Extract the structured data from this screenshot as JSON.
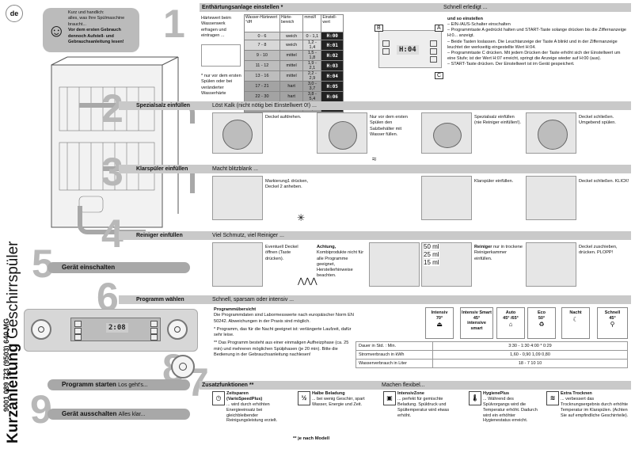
{
  "lang_badge": "de",
  "title": {
    "bold": "Kurzanleitung",
    "regular": "Geschirrspüler"
  },
  "part_number": "9001 089 723 (9503) 640 MG",
  "intro": {
    "line1": "Kurz und handlich:",
    "line2": "alles, was Ihre Spülmaschine braucht...",
    "bold": "Vor dem ersten Gebrauch dennoch Aufstell- und Gebrauchsanleitung lesen!"
  },
  "steps": {
    "s1": {
      "num": "1",
      "title": "Enthärtungsanlage einstellen *",
      "right": "Schnell erledigt ..."
    },
    "s2": {
      "num": "2",
      "title": "Spezialsalz einfüllen",
      "sub": "Löst Kalk (nicht nötig bei Einstellwert 0!) ..."
    },
    "s3": {
      "num": "3",
      "title": "Klarspüler einfüllen",
      "sub": "Macht blitzblank ..."
    },
    "s4": {
      "num": "4",
      "title": "Reiniger einfüllen",
      "sub": "Viel Schmutz, viel Reiniger ..."
    },
    "s5": {
      "num": "5",
      "title": "Gerät einschalten"
    },
    "s6": {
      "num": "6",
      "title": "Programm wählen",
      "sub": "Schnell, sparsam oder intensiv ..."
    },
    "s7": {
      "num": "7"
    },
    "s8": {
      "num": "8",
      "title": "Programm starten",
      "small": "Los geht's..."
    },
    "s9": {
      "num": "9",
      "title": "Gerät ausschalten",
      "small": "Alles klar..."
    },
    "zf": {
      "title": "Zusatzfunktionen **",
      "right": "Machen flexibel..."
    }
  },
  "hardness": {
    "intro": "Härtewert beim Wasserwerk erfragen und eintragen ...",
    "note": "* nur vor dem ersten Spülen oder bei veränderter Wasserhärte",
    "headers": [
      "Wasser-Härtewert °dH",
      "Härte-bereich",
      "mmol/l",
      "Einstell-wert"
    ],
    "rows": [
      [
        "0 - 6",
        "weich",
        "0 - 1,1",
        "H:00"
      ],
      [
        "7 - 8",
        "weich",
        "1,2 - 1,4",
        "H:01"
      ],
      [
        "9 - 10",
        "mittel",
        "1,5 - 1,8",
        "H:02"
      ],
      [
        "11 - 12",
        "mittel",
        "1,9 - 2,1",
        "H:03"
      ],
      [
        "13 - 16",
        "mittel",
        "2,2 - 2,9",
        "H:04"
      ],
      [
        "17 - 21",
        "hart",
        "3,0 - 3,7",
        "H:05"
      ],
      [
        "22 - 30",
        "hart",
        "3,8 - 5,4",
        "H:06"
      ],
      [
        "31 - 50",
        "hart",
        "5,5 - 8,9",
        "H:07"
      ]
    ],
    "display": "H:04",
    "labels": [
      "B",
      "A",
      "C"
    ],
    "settings_title": "und so einstellen",
    "settings": [
      "– EIN-/AUS-Schalter einschalten",
      "– Programmtaste A gedrückt halten und START-Taste solange drücken bis die Ziffernanzeige H:0... anzeigt.",
      "– Beide Tasten loslassen. Die Leuchtanzeige der Taste A blinkt und in der Ziffernanzeige leuchtet der werkseitig eingestellte Wert H:04.",
      "– Programmtaste C drücken. Mit jedem Drücken der Taste erhöht sich der Einstellwert um eine Stufe; ist der Wert H:07 erreicht, springt die Anzeige wieder auf H:00 (aus).",
      "– START-Taste drücken. Der Einstellwert ist im Gerät gespeichert."
    ]
  },
  "salt": {
    "c1": "Deckel aufdrehen.",
    "c2": "Nur vor dem ersten Spülen den Salzbehälter mit Wasser füllen.",
    "c3": "Spezialsalz einfüllen (nie Reiniger einfüllen!).",
    "c4": "Deckel schließen. Umgebend spülen."
  },
  "rinse": {
    "c1": "Markierung1 drücken, Deckel 2 anheben.",
    "c2": "Klarspüler einfüllen.",
    "c3": "Deckel schließen. KLICK!"
  },
  "detergent": {
    "c1": "Eventuell Deckel öffnen (Taste drücken).",
    "c2_bold": "Achtung,",
    "c2": "Kombiprodukte nicht für alle Programme geeignet, Herstellerhinweise beachten.",
    "ml": [
      "50 ml",
      "25 ml",
      "15 ml"
    ],
    "c3_bold": "Reiniger",
    "c3": "nur in trockene Reinigerkammer einfüllen.",
    "c4": "Deckel zuschieben, drücken. PLOPP!"
  },
  "programs": {
    "overview_title": "Programmübersicht",
    "overview": "Die Programmdaten sind Labormesswerte nach europäischer Norm EN 50242. Abweichungen in der Praxis sind möglich.",
    "night_note": "* Programm, das für die Nacht geeignet ist: verlängerte Laufzeit, dafür sehr leise.",
    "once_note": "** Das Programm besteht aus einer einmaligen Aufheizphase (ca. 25 min) und mehreren möglichen Spülphasen (je 20 min). Bitte die Bedienung in der Gebrauchsanleitung nachlesen!",
    "display": "2:08",
    "list": [
      {
        "name": "Intensiv",
        "temp": "70°",
        "icon": "pot-icon"
      },
      {
        "name": "Intensiv Smart 45°",
        "temp": "intensive smart",
        "icon": "smart-icon"
      },
      {
        "name": "Auto",
        "temp": "45° /65°",
        "icon": "auto-icon"
      },
      {
        "name": "Eco",
        "temp": "50°",
        "icon": "eco-icon"
      },
      {
        "name": "Nacht",
        "temp": "",
        "icon": "moon-icon"
      },
      {
        "name": "Schnell",
        "temp": "45°",
        "icon": "glass-icon"
      }
    ],
    "stats": [
      {
        "label": "Dauer in Std. : Min.",
        "value": "3:30 - 1:30 4:00 * 0:29"
      },
      {
        "label": "Stromverbrauch in kWh",
        "value": "1,60 - 0,90 1,09 0,80"
      },
      {
        "label": "Wasserverbrauch in Liter",
        "value": "18 - 7 10 10"
      }
    ]
  },
  "extras": [
    {
      "icon": "clock-icon",
      "glyph": "◷",
      "title": "Zeitsparen (VarioSpeedPlus)",
      "text": "... wird durch erhöhten Energieeinsatz bei gleichbleibender Reinigungsleistung erzielt."
    },
    {
      "icon": "half-load-icon",
      "glyph": "½",
      "title": "Halbe Beladung",
      "text": "... bei wenig Geschirr, spart Wasser, Energie und Zeit."
    },
    {
      "icon": "intensive-zone-icon",
      "glyph": "▣",
      "title": "IntensivZone",
      "text": "... perfekt für gemischte Beladung. Spüldruck und Spültemperatur wird etwas erhöht."
    },
    {
      "icon": "hygiene-icon",
      "glyph": "🌡",
      "title": "HygienePlus",
      "text": "... Während des Spülvorgangs wird die Temperatur erhöht. Dadurch wird ein erhöhter Hygienestatus erreicht."
    },
    {
      "icon": "extra-dry-icon",
      "glyph": "≋",
      "title": "Extra Trocknen",
      "text": "... verbessert das Trocknungsergebnis durch erhöhte Temperatur im Klarspülen. (Achten Sie auf empfindliche Geschirrteile)."
    }
  ],
  "footnote": "** je nach Modell"
}
